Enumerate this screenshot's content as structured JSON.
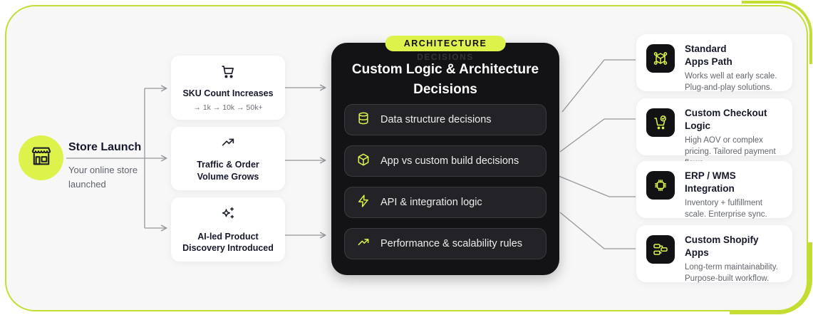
{
  "badge": {
    "label": "ARCHITECTURE",
    "ghost_label": "DECISIONS"
  },
  "start": {
    "icon": "storefront-icon",
    "title": "Store Launch",
    "subtitle": "Your online store launched"
  },
  "growth_cards": [
    {
      "icon": "shopping-cart-icon",
      "title": "SKU Count Increases",
      "subtitle": "→ 1k → 10k → 50k+"
    },
    {
      "icon": "trending-up-icon",
      "title": "Traffic & Order\nVolume Grows"
    },
    {
      "icon": "sparkles-icon",
      "title": "AI-led Product\nDiscovery Introduced"
    }
  ],
  "architecture_panel": {
    "title": "Custom Logic & Architecture\nDecisions",
    "items": [
      {
        "icon": "database-icon",
        "label": "Data structure decisions"
      },
      {
        "icon": "box-icon",
        "label": "App vs custom build decisions"
      },
      {
        "icon": "zap-icon",
        "label": "API & integration logic"
      },
      {
        "icon": "trending-up-icon",
        "label": "Performance & scalability rules"
      }
    ]
  },
  "outcome_cards": [
    {
      "icon": "apps-network-icon",
      "title": "Standard\nApps Path",
      "subtitle": "Works well at early scale. Plug-and-play solutions."
    },
    {
      "icon": "checkout-cart-icon",
      "title": "Custom Checkout Logic",
      "subtitle": "High AOV or complex pricing. Tailored payment flows."
    },
    {
      "icon": "integration-chip-icon",
      "title": "ERP / WMS\nIntegration",
      "subtitle": "Inventory + fulfillment scale. Enterprise sync."
    },
    {
      "icon": "workflow-icon",
      "title": "Custom Shopify Apps",
      "subtitle": "Long-term maintainability. Purpose-built workflow."
    }
  ],
  "colors": {
    "accent": "#def24c",
    "frame_border": "#c5dd33",
    "panel_bg": "#131316",
    "row_bg": "#232327",
    "connector": "#97979d",
    "title_text": "#16192a",
    "muted_text": "#5f636b"
  }
}
